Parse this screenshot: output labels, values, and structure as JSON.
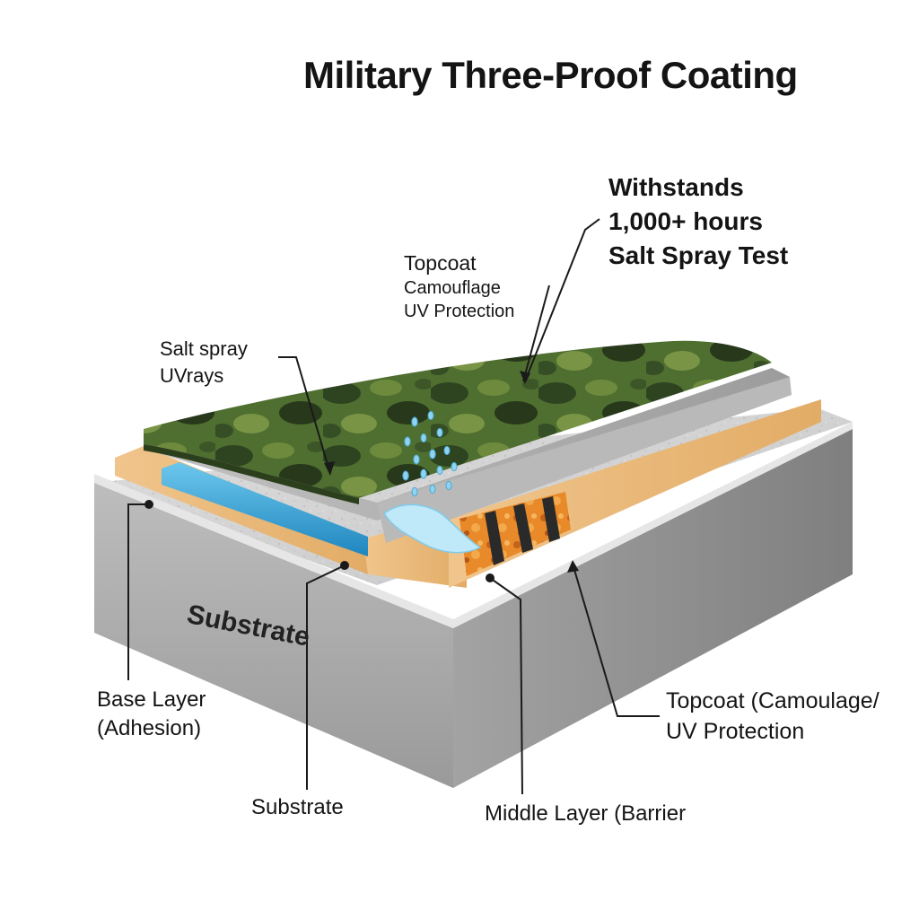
{
  "title": "Military Three-Proof Coating",
  "callouts": {
    "salt_test": [
      "Withstands",
      "1,000+ hours",
      "Salt Spray Test"
    ],
    "topcoat_top": {
      "heading": "Topcoat",
      "lines": [
        "Camouflage",
        "UV Protection"
      ]
    },
    "salt_uv": [
      "Salt spray",
      "UVrays"
    ]
  },
  "labels": {
    "substrate_face": "Substrate",
    "base_layer": [
      "Base Layer",
      "(Adhesion)"
    ],
    "substrate_bottom": "Substrate",
    "middle_layer": "Middle Layer (Barrier",
    "topcoat_right": [
      "Topcoat (Camoulage/",
      "UV Protection"
    ]
  },
  "colors": {
    "substrate_top": "#d4d4d4",
    "substrate_front": "#9e9e9e",
    "substrate_side": "#8a8a8a",
    "base_layer": "#e9b97a",
    "barrier_blue": "#3aa6d6",
    "primer_gray": "#a8a8a8",
    "camo_base": "#4a6b2e",
    "orange_texture": "#e07b1e",
    "water": "#8fd3f0",
    "leader_line": "#1a1a1a"
  }
}
